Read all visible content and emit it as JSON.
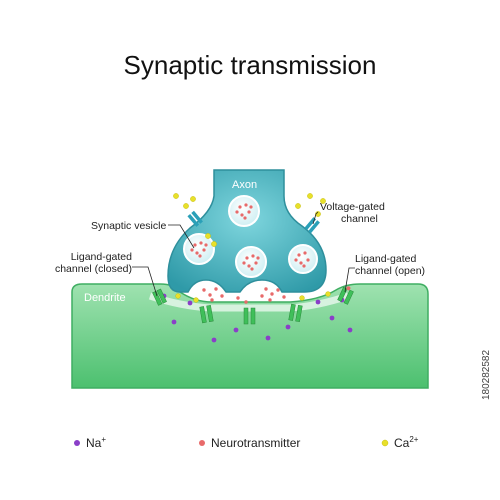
{
  "title": "Synaptic transmission",
  "labels": {
    "axon": "Axon",
    "dendrite": "Dendrite",
    "synaptic_vesicle": "Synaptic vesicle",
    "voltage_gated_line1": "Voltage-gated",
    "voltage_gated_line2": "channel",
    "ligand_closed_line1": "Ligand-gated",
    "ligand_closed_line2": "channel (closed)",
    "ligand_open_line1": "Ligand-gated",
    "ligand_open_line2": "channel (open)"
  },
  "legend": [
    {
      "label": "Na",
      "superscript": "+",
      "color": "#8a3fc8"
    },
    {
      "label": "Neurotransmitter",
      "superscript": "",
      "color": "#e86a6a"
    },
    {
      "label": "Ca",
      "superscript": "2+",
      "color": "#e8e02a"
    }
  ],
  "colors": {
    "axon": "#4fb8c4",
    "axon_dark": "#2e8f9c",
    "dendrite": "#6fd28a",
    "dendrite_dark": "#3fae62",
    "channel_green": "#3fbf5a",
    "channel_teal": "#2aa0b8",
    "sodium": "#8a3fc8",
    "neurotransmitter": "#e86a6a",
    "calcium": "#e8e02a"
  },
  "stock_id": "180282582"
}
